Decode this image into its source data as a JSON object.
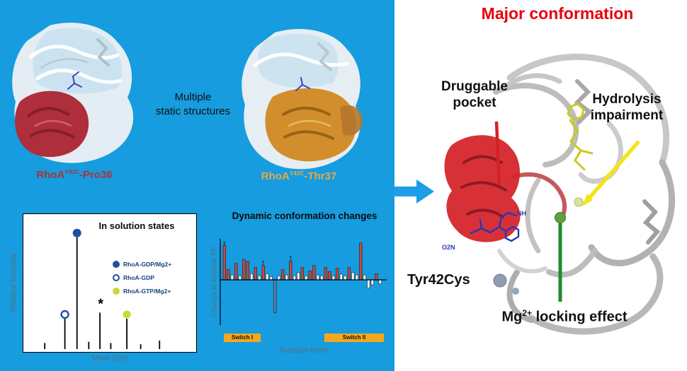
{
  "colors": {
    "panel_bg": "#169CDF",
    "title_red": "#E8000D",
    "label_red": "#A93438",
    "label_orange": "#E9A93D",
    "bar_red": "#C94840",
    "bar_white": "#F7F7F7",
    "bar_negative": "#5C7FA8",
    "switch_bg": "#F5A81C",
    "marker_blue": "#1F4FA0",
    "marker_gtp": "#C9D936",
    "legend_text": "#16417C",
    "muted_label": "#56707C",
    "arrow_blue": "#1E9EE8",
    "pointer_red": "#D42026",
    "pointer_yellow": "#F2E419",
    "pointer_green": "#1F8A2E",
    "annotation_black": "#111111"
  },
  "left_panel": {
    "caption_line1": "Multiple",
    "caption_line2": "static structures",
    "structure1_label": {
      "prefix": "RhoA",
      "sup": "Y42C",
      "suffix": "-Pro36"
    },
    "structure2_label": {
      "prefix": "RhoA",
      "sup": "Y42C",
      "suffix": "-Thr37"
    }
  },
  "right_panel": {
    "title": "Major conformation",
    "druggable_line1": "Druggable",
    "druggable_line2": "pocket",
    "hydrolysis_line1": "Hydrolysis",
    "hydrolysis_line2": "impairment",
    "tyr_label": "Tyr42Cys",
    "mg_label": {
      "prefix": "Mg",
      "sup": "2+",
      "suffix": " locking effect"
    },
    "ligand_labels": {
      "nh": "NH",
      "no2": "O2N"
    }
  },
  "chart_data": [
    {
      "type": "bar",
      "subtype": "native-mass-spectrum",
      "title": "In solution states",
      "xlabel": "Mass (Da)",
      "ylabel": "Relative Intensity",
      "legend_position": "upper-right",
      "grid": false,
      "ylim": [
        0,
        1
      ],
      "legend": [
        {
          "label": "RhoA-GDP/Mg2+",
          "marker": "filled-circle",
          "color": "#1F4FA0"
        },
        {
          "label": "RhoA-GDP",
          "marker": "open-circle",
          "color": "#1F4FA0"
        },
        {
          "label": "RhoA-GTP/Mg2+",
          "marker": "filled-circle",
          "color": "#C9D936"
        }
      ],
      "annotation": "*",
      "peaks": [
        {
          "x": 0.1,
          "h": 0.05,
          "marker": "none"
        },
        {
          "x": 0.228,
          "h": 0.25,
          "marker": "open-circle"
        },
        {
          "x": 0.305,
          "h": 0.92,
          "marker": "gdp-mg"
        },
        {
          "x": 0.38,
          "h": 0.06,
          "marker": "none"
        },
        {
          "x": 0.451,
          "h": 0.3,
          "marker": "asterisk"
        },
        {
          "x": 0.52,
          "h": 0.05,
          "marker": "none"
        },
        {
          "x": 0.622,
          "h": 0.25,
          "marker": "gtp-mg"
        },
        {
          "x": 0.71,
          "h": 0.04,
          "marker": "none"
        },
        {
          "x": 0.83,
          "h": 0.07,
          "marker": "none"
        }
      ]
    },
    {
      "type": "bar",
      "title": "Dynamic conformation changes",
      "xlabel": "Residue index",
      "ylabel": "Change in relative PF",
      "ylim": [
        -1,
        1
      ],
      "grid": false,
      "region_labels": [
        {
          "label": "Switch I"
        },
        {
          "label": "Switch II"
        }
      ],
      "bars": [
        {
          "v": 0.85,
          "c": "r",
          "e": 0.07
        },
        {
          "v": 0.25,
          "c": "r"
        },
        {
          "v": 0.12,
          "c": "w"
        },
        {
          "v": 0.4,
          "c": "r"
        },
        {
          "v": 0.1,
          "c": "w"
        },
        {
          "v": 0.5,
          "c": "r"
        },
        {
          "v": 0.45,
          "c": "r"
        },
        {
          "v": 0.15,
          "c": "w"
        },
        {
          "v": 0.3,
          "c": "r"
        },
        {
          "v": 0.1,
          "c": "w"
        },
        {
          "v": 0.35,
          "c": "r",
          "e": 0.1
        },
        {
          "v": 0.15,
          "c": "w"
        },
        {
          "v": 0.08,
          "c": "w"
        },
        {
          "v": -0.8,
          "c": "b"
        },
        {
          "v": 0.1,
          "c": "w"
        },
        {
          "v": 0.25,
          "c": "r"
        },
        {
          "v": 0.12,
          "c": "w"
        },
        {
          "v": 0.45,
          "c": "r",
          "e": 0.12
        },
        {
          "v": 0.1,
          "c": "w"
        },
        {
          "v": 0.18,
          "c": "w"
        },
        {
          "v": 0.3,
          "c": "r"
        },
        {
          "v": 0.1,
          "c": "w"
        },
        {
          "v": 0.22,
          "c": "r"
        },
        {
          "v": 0.35,
          "c": "r"
        },
        {
          "v": 0.12,
          "c": "w"
        },
        {
          "v": 0.1,
          "c": "w"
        },
        {
          "v": 0.3,
          "c": "r"
        },
        {
          "v": 0.2,
          "c": "r"
        },
        {
          "v": 0.1,
          "c": "w"
        },
        {
          "v": 0.28,
          "c": "r"
        },
        {
          "v": 0.14,
          "c": "w"
        },
        {
          "v": 0.1,
          "c": "w"
        },
        {
          "v": 0.3,
          "c": "r"
        },
        {
          "v": 0.18,
          "c": "w"
        },
        {
          "v": 0.12,
          "c": "w"
        },
        {
          "v": 0.9,
          "c": "r"
        },
        {
          "v": 0.12,
          "c": "w"
        },
        {
          "v": -0.2,
          "c": "w"
        },
        {
          "v": -0.12,
          "c": "w"
        },
        {
          "v": 0.15,
          "c": "r"
        },
        {
          "v": -0.1,
          "c": "w"
        }
      ]
    }
  ]
}
